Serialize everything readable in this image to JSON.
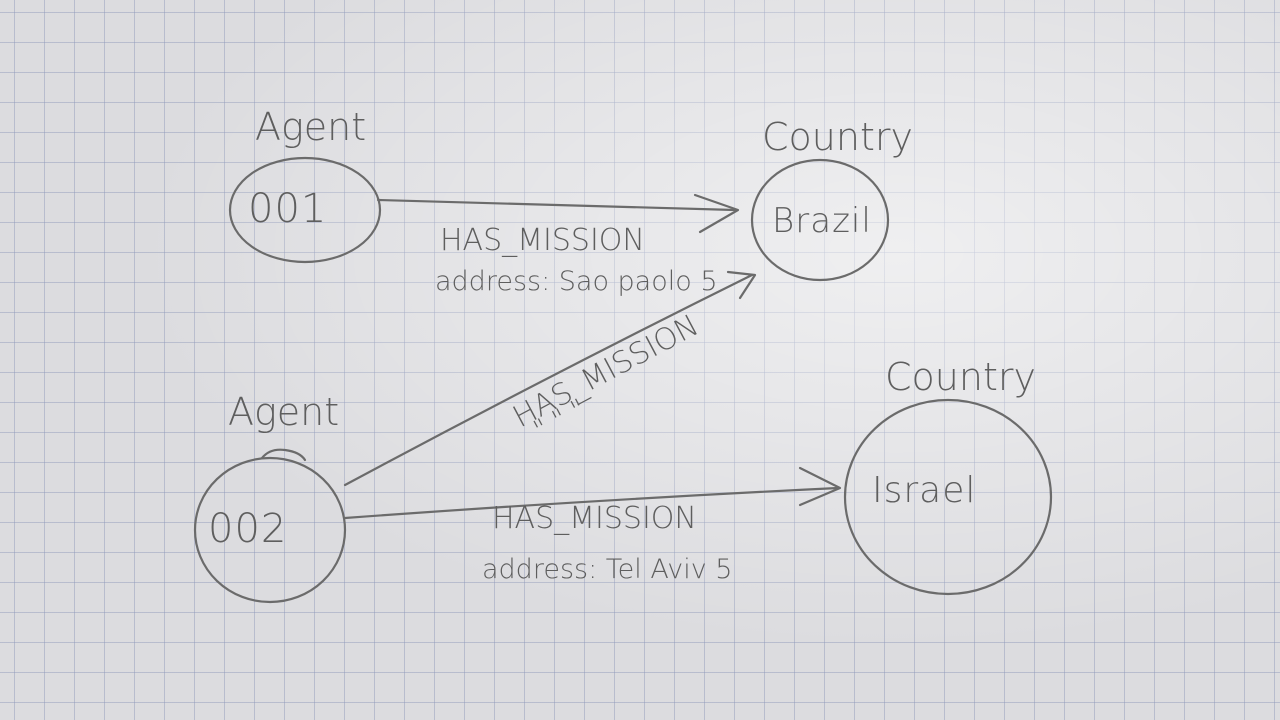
{
  "nodes": {
    "agent1": {
      "type_label": "Agent",
      "id": "001"
    },
    "agent2": {
      "type_label": "Agent",
      "id": "002"
    },
    "country1": {
      "type_label": "Country",
      "name": "Brazil"
    },
    "country2": {
      "type_label": "Country",
      "name": "Israel"
    }
  },
  "edges": {
    "e1": {
      "label": "HAS_MISSION",
      "property": "address: Sao paolo 5"
    },
    "e2": {
      "label": "HAS_MISSION",
      "property": "\" \" \""
    },
    "e3": {
      "label": "HAS_MISSION",
      "property": "address: Tel Aviv 5"
    }
  },
  "colors": {
    "paper": "#dcdcdf",
    "grid": "#8c96b9",
    "pencil": "#6b6b6b"
  }
}
